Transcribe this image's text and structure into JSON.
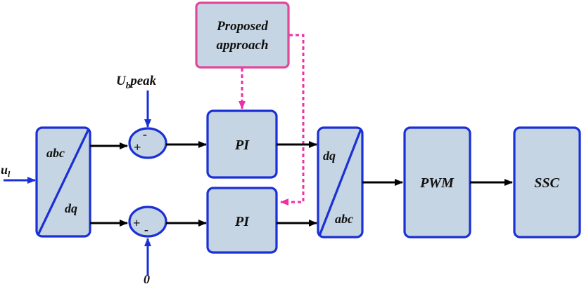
{
  "proposed": {
    "line1": "Proposed",
    "line2": "approach"
  },
  "input_u": {
    "main": "u",
    "sub": "l"
  },
  "ref_top": {
    "main": "U",
    "sub": "b",
    "rest": "peak"
  },
  "ref_bottom": "0",
  "transform_in": {
    "top": "abc",
    "bottom": "dq"
  },
  "transform_out": {
    "top": "dq",
    "bottom": "abc"
  },
  "sum_top": {
    "plus": "+",
    "minus": "-"
  },
  "sum_bottom": {
    "plus": "+",
    "minus": "-"
  },
  "pi_top": "PI",
  "pi_bottom": "PI",
  "pwm": "PWM",
  "ssc": "SSC",
  "colors": {
    "block_fill": "#c5d5e3",
    "block_border": "#1a2fd6",
    "proposed_border": "#e0489a",
    "dashed_link": "#ee2fa6",
    "signal_line": "#000000"
  }
}
